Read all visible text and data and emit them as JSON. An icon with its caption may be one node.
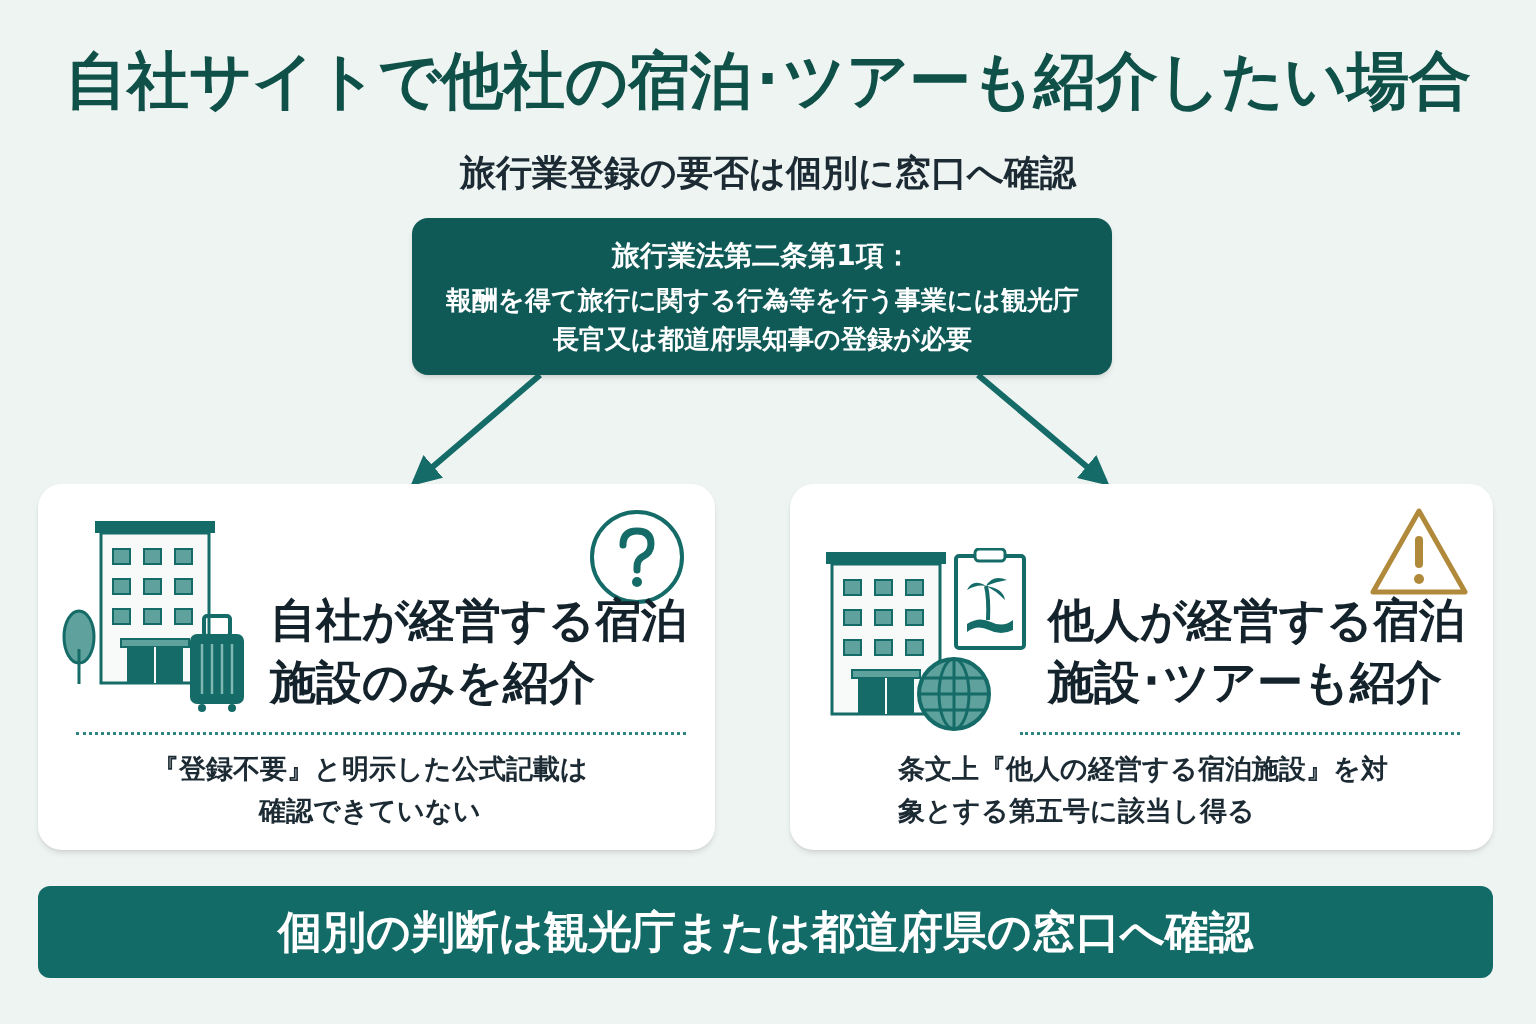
{
  "diagram": {
    "title": "自社サイトで他社の宿泊･ツアーも紹介したい場合",
    "nodes": [
      {
        "text": [
          "旅行業法第二条第1項：",
          "報酬を得て旅行に関する行為等を行う事業には観光庁長官又は都道府県知事の登録が必要"
        ]
      },
      {
        "text": [
          "自社が経営する宿泊施設のみを紹介",
          "『登録不要』と明示した公式記載は確認できていない"
        ]
      },
      {
        "text": [
          "他人が経営する宿泊施設･ツアーも紹介",
          "条文上『他人の経営する宿泊施設』を対象とする第五号に該当し得る"
        ]
      },
      {
        "text": [
          "個別の判断は観光庁または都道府県の窓口へ確認"
        ]
      }
    ],
    "edges": [
      {
        "from": 0,
        "to": 1,
        "arrow": "to"
      },
      {
        "from": 0,
        "to": 2,
        "arrow": "to"
      }
    ],
    "labels": [
      "旅行業登録の要否は個別に窓口へ確認"
    ]
  }
}
